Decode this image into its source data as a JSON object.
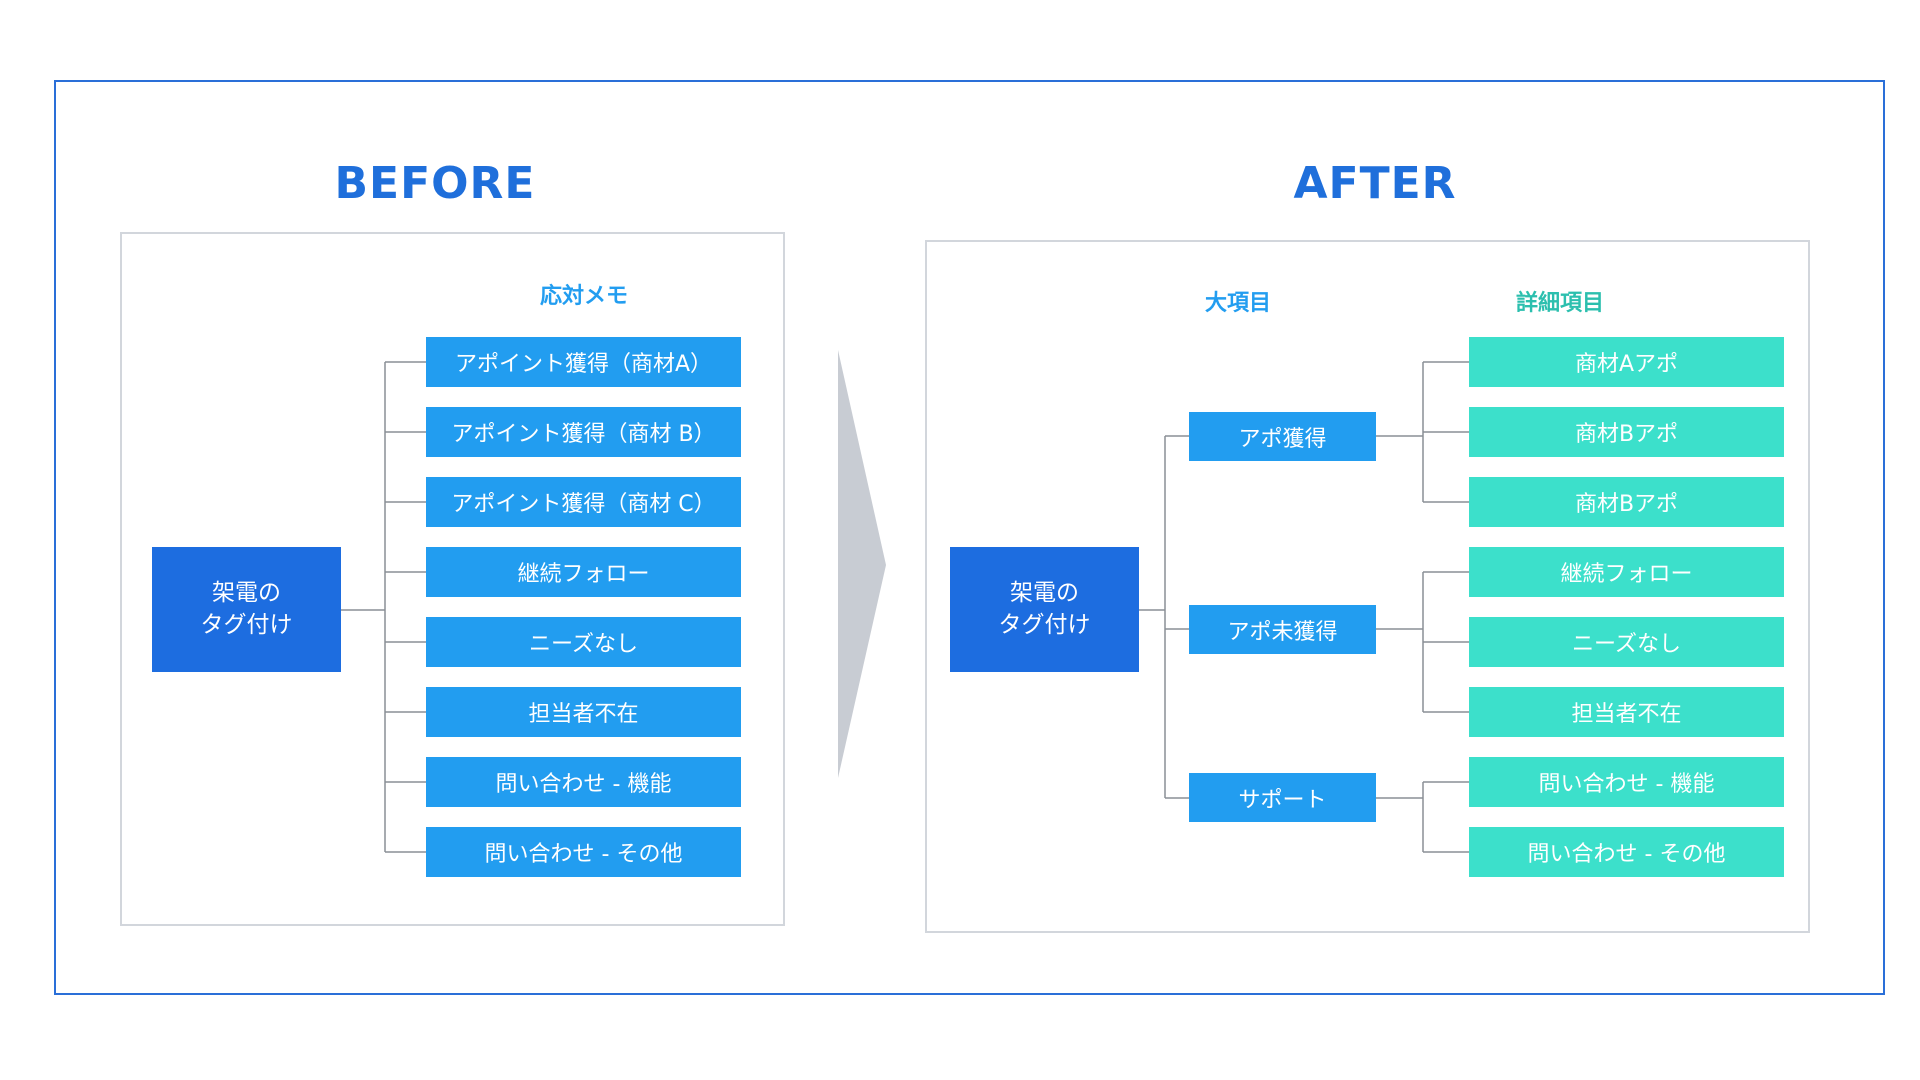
{
  "before": {
    "heading": "BEFORE",
    "column_header": "応対メモ",
    "root": {
      "line1": "架電の",
      "line2": "タグ付け"
    },
    "items": [
      "アポイント獲得（商材A）",
      "アポイント獲得（商材 B）",
      "アポイント獲得（商材 C）",
      "継続フォロー",
      "ニーズなし",
      "担当者不在",
      "問い合わせ - 機能",
      "問い合わせ - その他"
    ]
  },
  "after": {
    "heading": "AFTER",
    "column_major": "大項目",
    "column_detail": "詳細項目",
    "root": {
      "line1": "架電の",
      "line2": "タグ付け"
    },
    "categories": [
      "アポ獲得",
      "アポ未獲得",
      "サポート"
    ],
    "details": [
      "商材Aアポ",
      "商材Bアポ",
      "商材Bアポ",
      "継続フォロー",
      "ニーズなし",
      "担当者不在",
      "問い合わせ - 機能",
      "問い合わせ - その他"
    ]
  },
  "colors": {
    "frame": "#2a6fd8",
    "heading": "#1f6fdb",
    "root": "#1d6de0",
    "blue_item": "#229df0",
    "teal_item": "#3ce0cb",
    "column_header_before": "#229df0",
    "column_header_after_detail": "#2bbfae",
    "arrow": "#c8ccd3"
  }
}
